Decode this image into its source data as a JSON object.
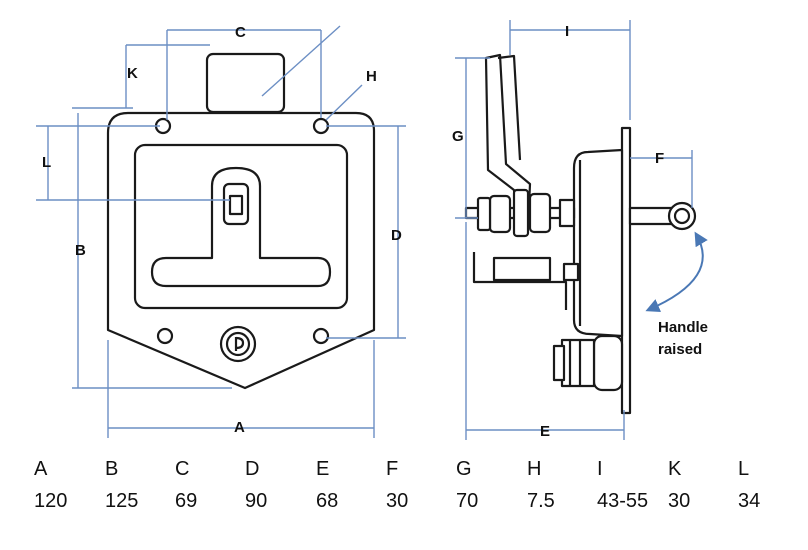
{
  "front_view": {
    "labels": {
      "a": "A",
      "b": "B",
      "c": "C",
      "d": "D",
      "h": "H",
      "k": "K",
      "l": "L"
    }
  },
  "side_view": {
    "labels": {
      "e": "E",
      "f": "F",
      "g": "G",
      "i": "I"
    },
    "note_line1": "Handle",
    "note_line2": "raised"
  },
  "table": {
    "columns": [
      {
        "letter": "A",
        "value": "120"
      },
      {
        "letter": "B",
        "value": "125"
      },
      {
        "letter": "C",
        "value": "69"
      },
      {
        "letter": "D",
        "value": "90"
      },
      {
        "letter": "E",
        "value": "68"
      },
      {
        "letter": "F",
        "value": "30"
      },
      {
        "letter": "G",
        "value": "70"
      },
      {
        "letter": "H",
        "value": "7.5"
      },
      {
        "letter": "I",
        "value": "43-55"
      },
      {
        "letter": "K",
        "value": "30"
      },
      {
        "letter": "L",
        "value": "34"
      }
    ]
  },
  "colors": {
    "dimension_line": "#6c8fc4",
    "arrow": "#4a78b5",
    "outline": "#1a1a1a"
  }
}
